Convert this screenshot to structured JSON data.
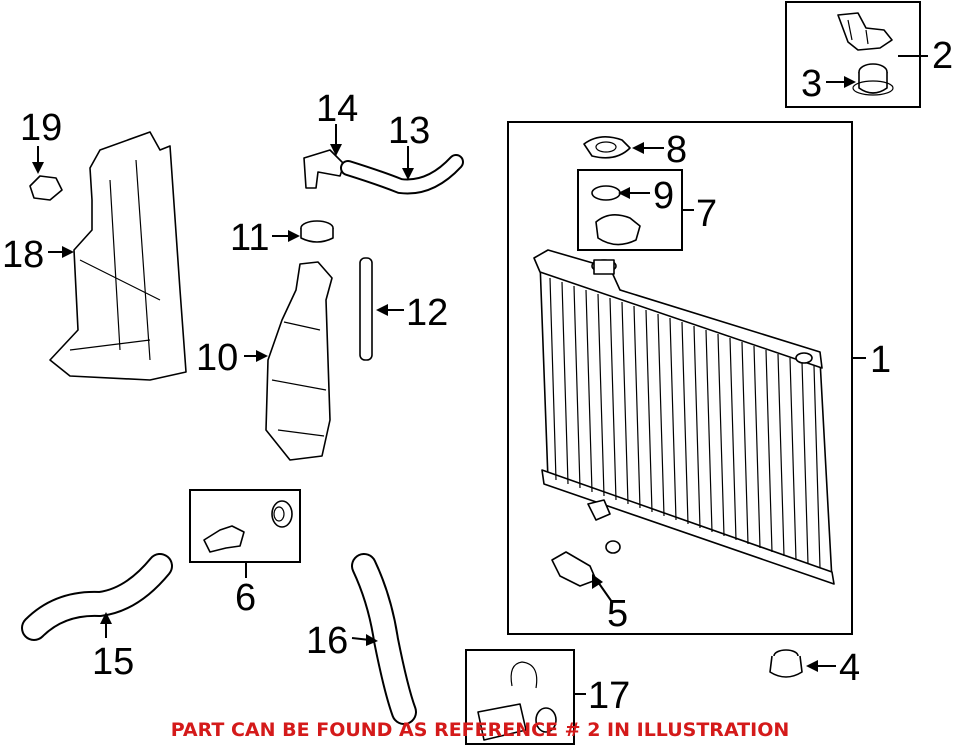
{
  "callouts": {
    "c1": "1",
    "c2": "2",
    "c3": "3",
    "c4": "4",
    "c5": "5",
    "c6": "6",
    "c7": "7",
    "c8": "8",
    "c9": "9",
    "c10": "10",
    "c11": "11",
    "c12": "12",
    "c13": "13",
    "c14": "14",
    "c15": "15",
    "c16": "16",
    "c17": "17",
    "c18": "18",
    "c19": "19"
  },
  "footer_note": "PART CAN BE FOUND AS REFERENCE # 2 IN ILLUSTRATION",
  "colors": {
    "footer_text": "#d41a1a",
    "line_art": "#000000",
    "background": "#ffffff"
  }
}
